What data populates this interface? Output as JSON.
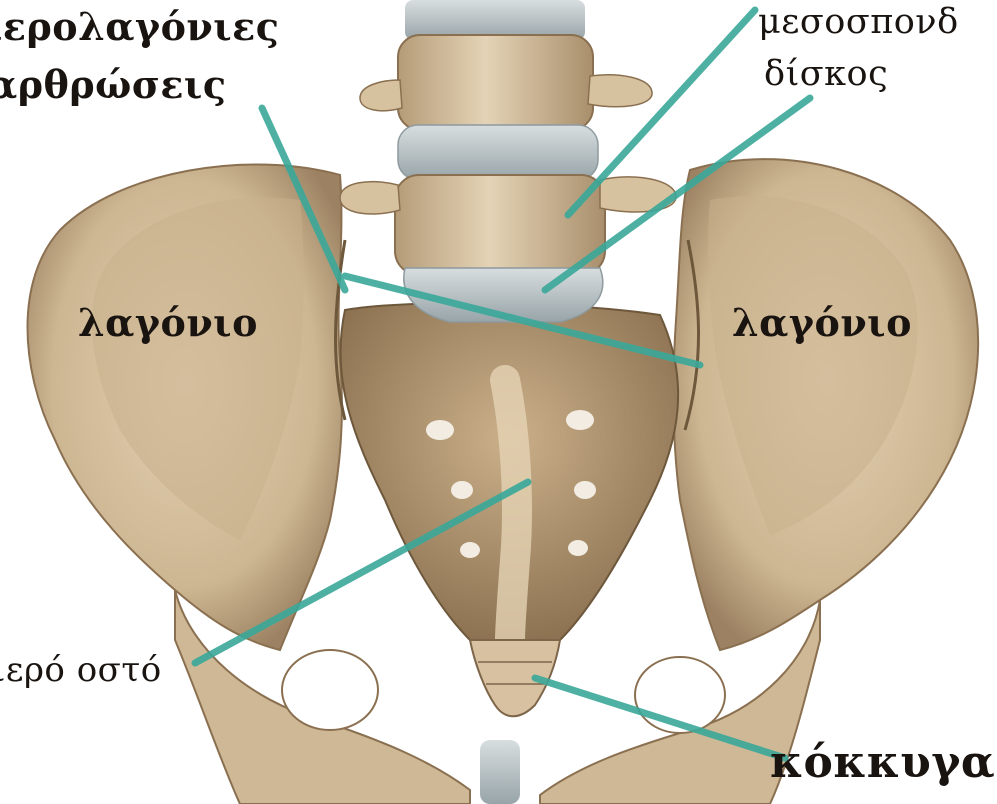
{
  "labels": {
    "sacroiliac_line1": "ιερολαγόνιες",
    "sacroiliac_line2": "αρθρώσεις",
    "disc_line1": "μεσοσπονδ",
    "disc_line2": "δίσκος",
    "ilium_left": "λαγόνιο",
    "ilium_right": "λαγόνιο",
    "sacrum": "ιερό οστό",
    "coccyx": "κόκκυγας"
  },
  "colors": {
    "bone": "#d9c4a4",
    "bone_shadow": "#a88e6c",
    "bone_dark": "#7d654a",
    "disc": "#bfc8cc",
    "leader_line": "#3aa89a",
    "background": "#ffffff"
  }
}
